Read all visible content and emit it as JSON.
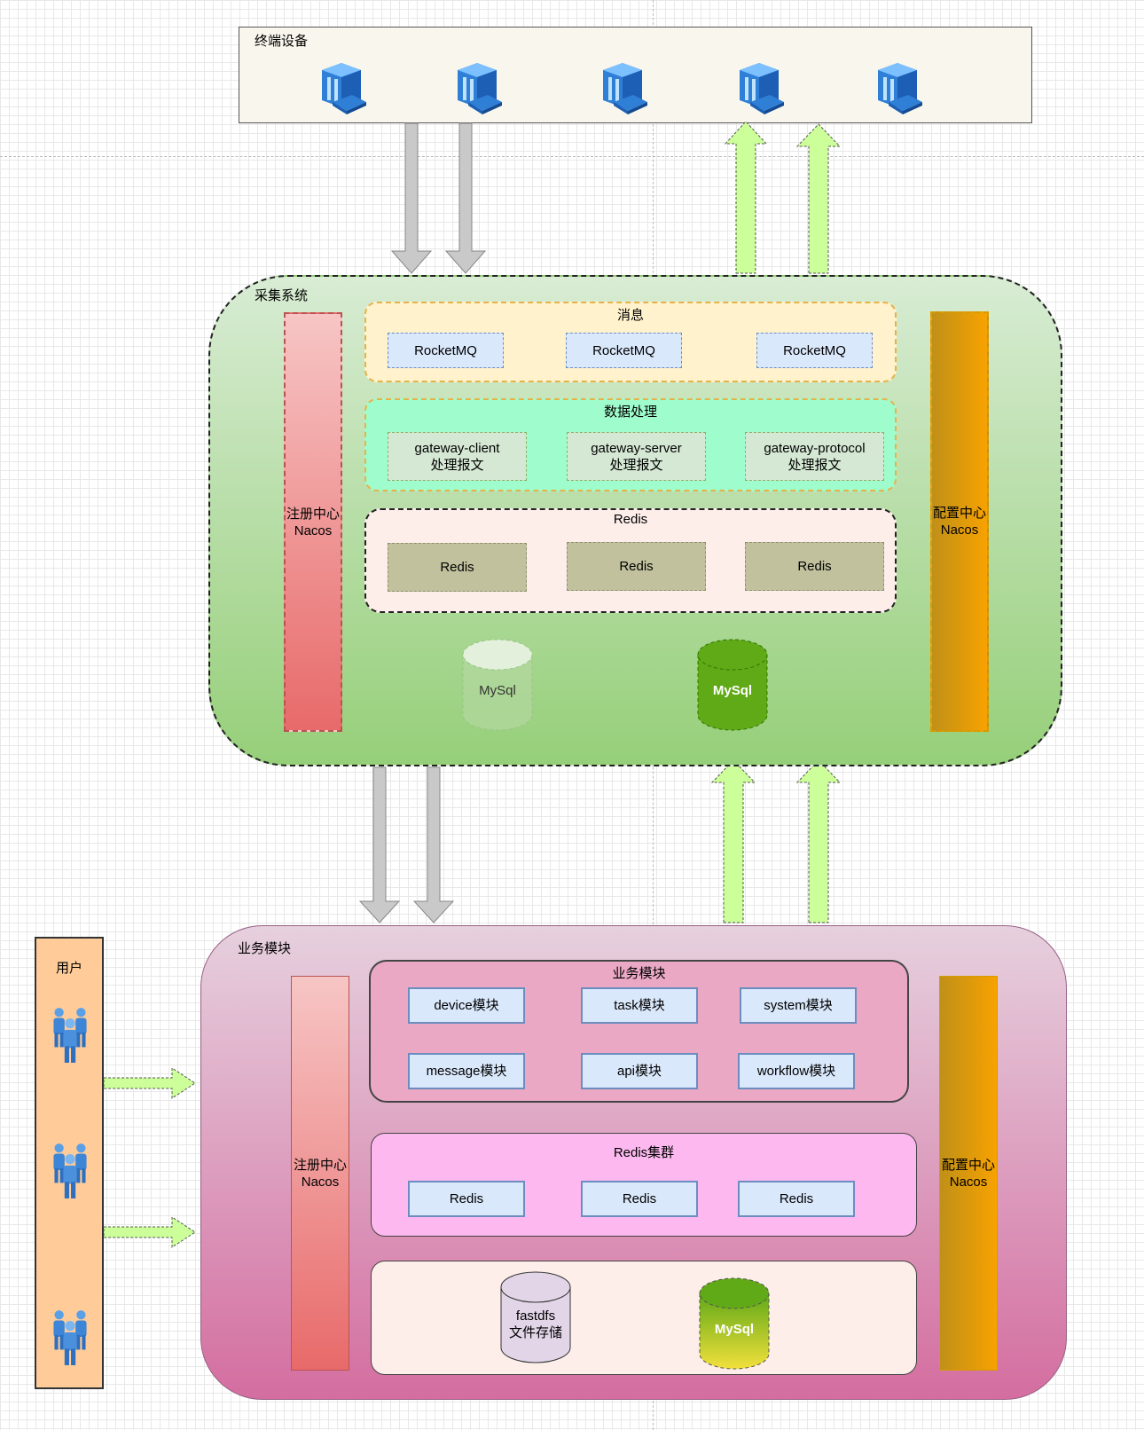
{
  "terminal": {
    "title": "终端设备",
    "icons": [
      "server-icon",
      "server-icon",
      "server-icon",
      "server-icon",
      "server-icon"
    ]
  },
  "collect": {
    "title": "采集系统",
    "registry": {
      "line1": "注册中心",
      "line2": "Nacos"
    },
    "config": {
      "line1": "配置中心",
      "line2": "Nacos"
    },
    "message": {
      "title": "消息",
      "items": [
        "RocketMQ",
        "RocketMQ",
        "RocketMQ"
      ]
    },
    "processing": {
      "title": "数据处理",
      "items": [
        {
          "name": "gateway-client",
          "desc": "处理报文"
        },
        {
          "name": "gateway-server",
          "desc": "处理报文"
        },
        {
          "name": "gateway-protocol",
          "desc": "处理报文"
        }
      ]
    },
    "redis": {
      "title": "Redis",
      "items": [
        "Redis",
        "Redis",
        "Redis"
      ]
    },
    "mysql_faded": "MySql",
    "mysql": "MySql"
  },
  "business": {
    "title": "业务模块",
    "registry": {
      "line1": "注册中心",
      "line2": "Nacos"
    },
    "config": {
      "line1": "配置中心",
      "line2": "Nacos"
    },
    "modules": {
      "title": "业务模块",
      "items": [
        "device模块",
        "task模块",
        "system模块",
        "message模块",
        "api模块",
        "workflow模块"
      ]
    },
    "redis_cluster": {
      "title": "Redis集群",
      "items": [
        "Redis",
        "Redis",
        "Redis"
      ]
    },
    "storage": {
      "fastdfs_line1": "fastdfs",
      "fastdfs_line2": "文件存储",
      "mysql": "MySql"
    }
  },
  "users": {
    "title": "用户",
    "icons": [
      "users-icon",
      "users-icon",
      "users-icon"
    ]
  },
  "colors": {
    "down_arrow": "#c9c9c9",
    "up_arrow": "#ccff99",
    "collect_bg": "#96cf79",
    "business_bg": "#d46ea0",
    "mysql_green": "#60a917"
  }
}
